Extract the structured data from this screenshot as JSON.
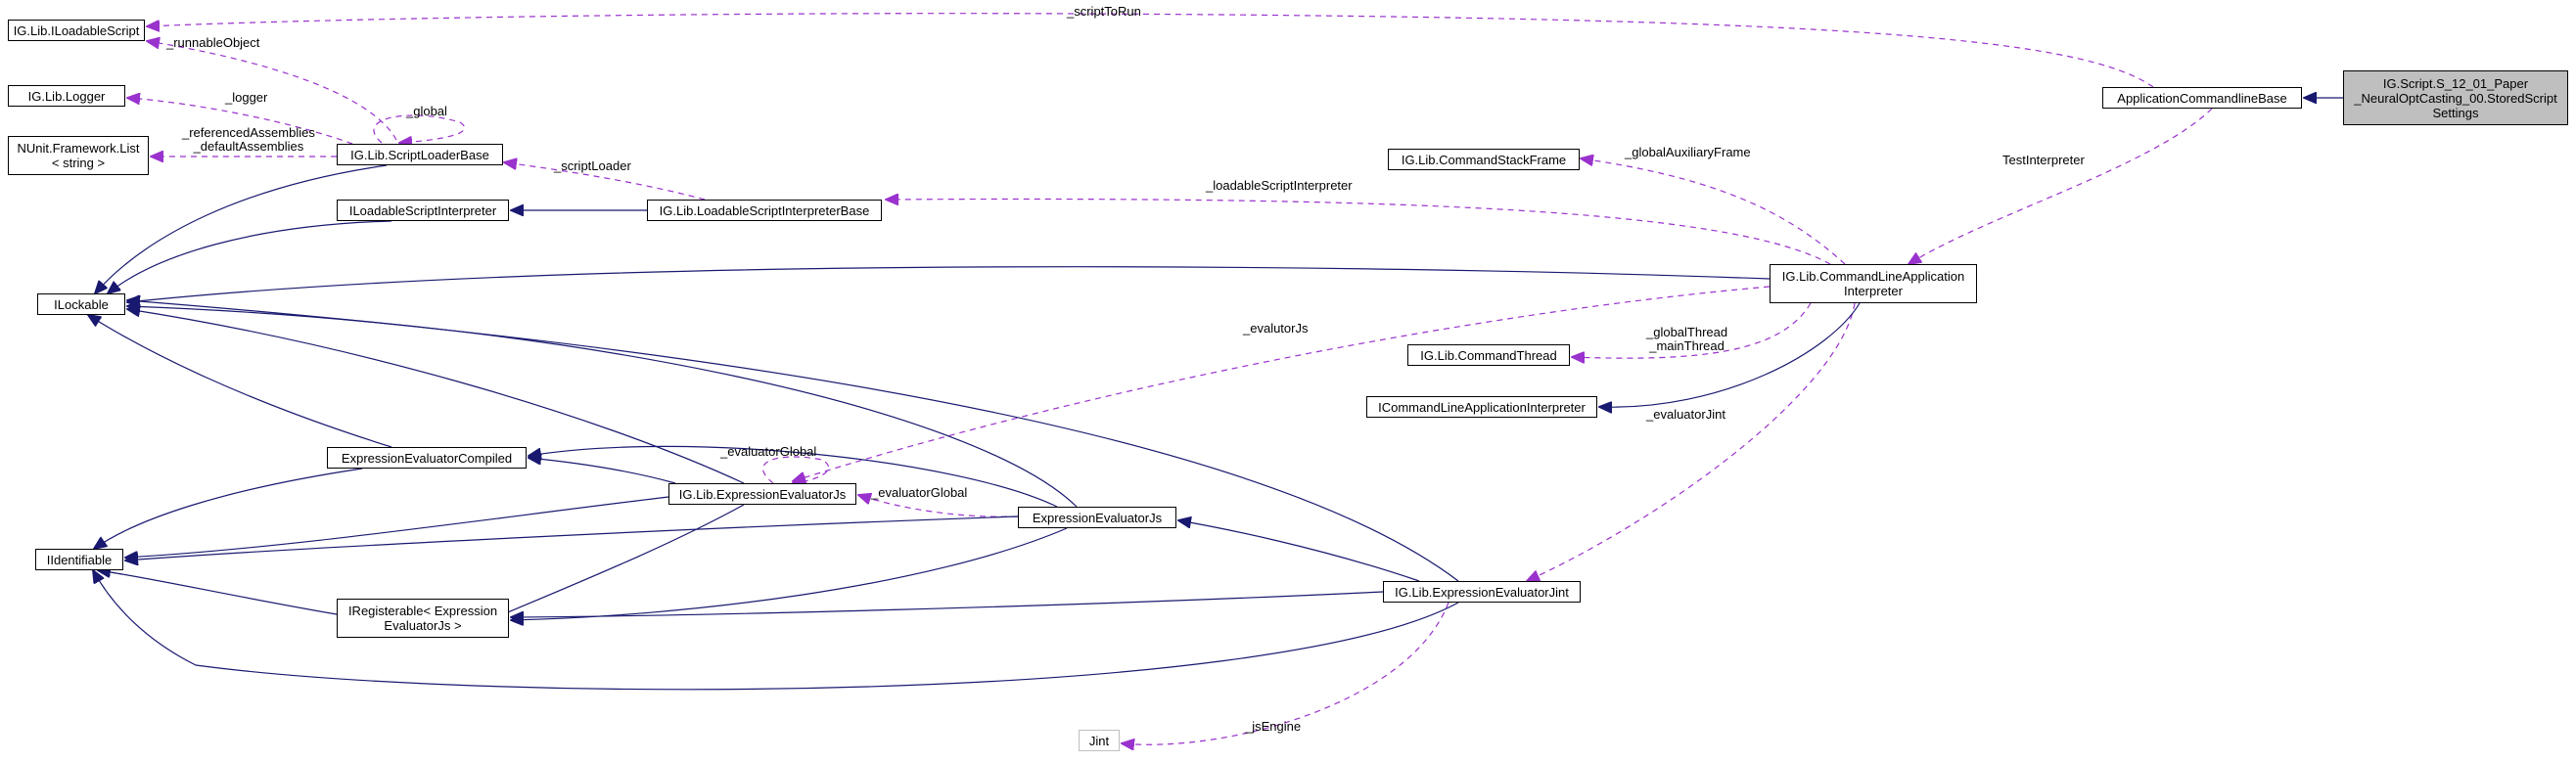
{
  "diagram": {
    "colors": {
      "inherit": "#191970",
      "usage": "#9a32cd",
      "node_border": "#000000",
      "focus_fill": "#bfbfbf",
      "external_border": "#bfbfbf"
    },
    "nodes": [
      {
        "id": "iloadablescript",
        "label": "IG.Lib.ILoadableScript"
      },
      {
        "id": "logger",
        "label": "IG.Lib.Logger"
      },
      {
        "id": "nunitlist",
        "label": "NUnit.Framework.List\n< string >"
      },
      {
        "id": "scriptloaderbase",
        "label": "IG.Lib.ScriptLoaderBase"
      },
      {
        "id": "iloadableinterp",
        "label": "ILoadableScriptInterpreter"
      },
      {
        "id": "loadableinterpbase",
        "label": "IG.Lib.LoadableScriptInterpreterBase"
      },
      {
        "id": "ilockable",
        "label": "ILockable"
      },
      {
        "id": "commandstackframe",
        "label": "IG.Lib.CommandStackFrame"
      },
      {
        "id": "cmdlineappinterp",
        "label": "IG.Lib.CommandLineApplication\nInterpreter"
      },
      {
        "id": "appcmdlinebase",
        "label": "ApplicationCommandlineBase"
      },
      {
        "id": "focus",
        "label": "IG.Script.S_12_01_Paper\n_NeuralOptCasting_00.StoredScript\nSettings"
      },
      {
        "id": "commandthread",
        "label": "IG.Lib.CommandThread"
      },
      {
        "id": "icmdlineappinterp",
        "label": "ICommandLineApplicationInterpreter"
      },
      {
        "id": "exprevalcompiled",
        "label": "ExpressionEvaluatorCompiled"
      },
      {
        "id": "igexprevaljs",
        "label": "IG.Lib.ExpressionEvaluatorJs"
      },
      {
        "id": "exprevaljs",
        "label": "ExpressionEvaluatorJs"
      },
      {
        "id": "iidentifiable",
        "label": "IIdentifiable"
      },
      {
        "id": "iregisterable",
        "label": "IRegisterable< Expression\nEvaluatorJs >"
      },
      {
        "id": "exprevaljint",
        "label": "IG.Lib.ExpressionEvaluatorJint"
      },
      {
        "id": "jint",
        "label": "Jint"
      }
    ],
    "edge_labels": {
      "scriptToRun": "_scriptToRun",
      "runnableObject": "_runnableObject",
      "logger": "_logger",
      "global": "_global",
      "referencedAssemblies": "_referencedAssemblies\n_defaultAssemblies",
      "scriptLoader": "_scriptLoader",
      "loadableScriptInterpreter": "_loadableScriptInterpreter",
      "globalAuxiliaryFrame": "_globalAuxiliaryFrame",
      "testInterpreter": "TestInterpreter",
      "evalutorJs": "_evalutorJs",
      "globalThread": "_globalThread\n_mainThread",
      "evaluatorJint": "_evaluatorJint",
      "evaluatorGlobalSelf": "_evaluatorGlobal",
      "evaluatorGlobal": "_evaluatorGlobal",
      "jsEngine": "_jsEngine"
    }
  }
}
